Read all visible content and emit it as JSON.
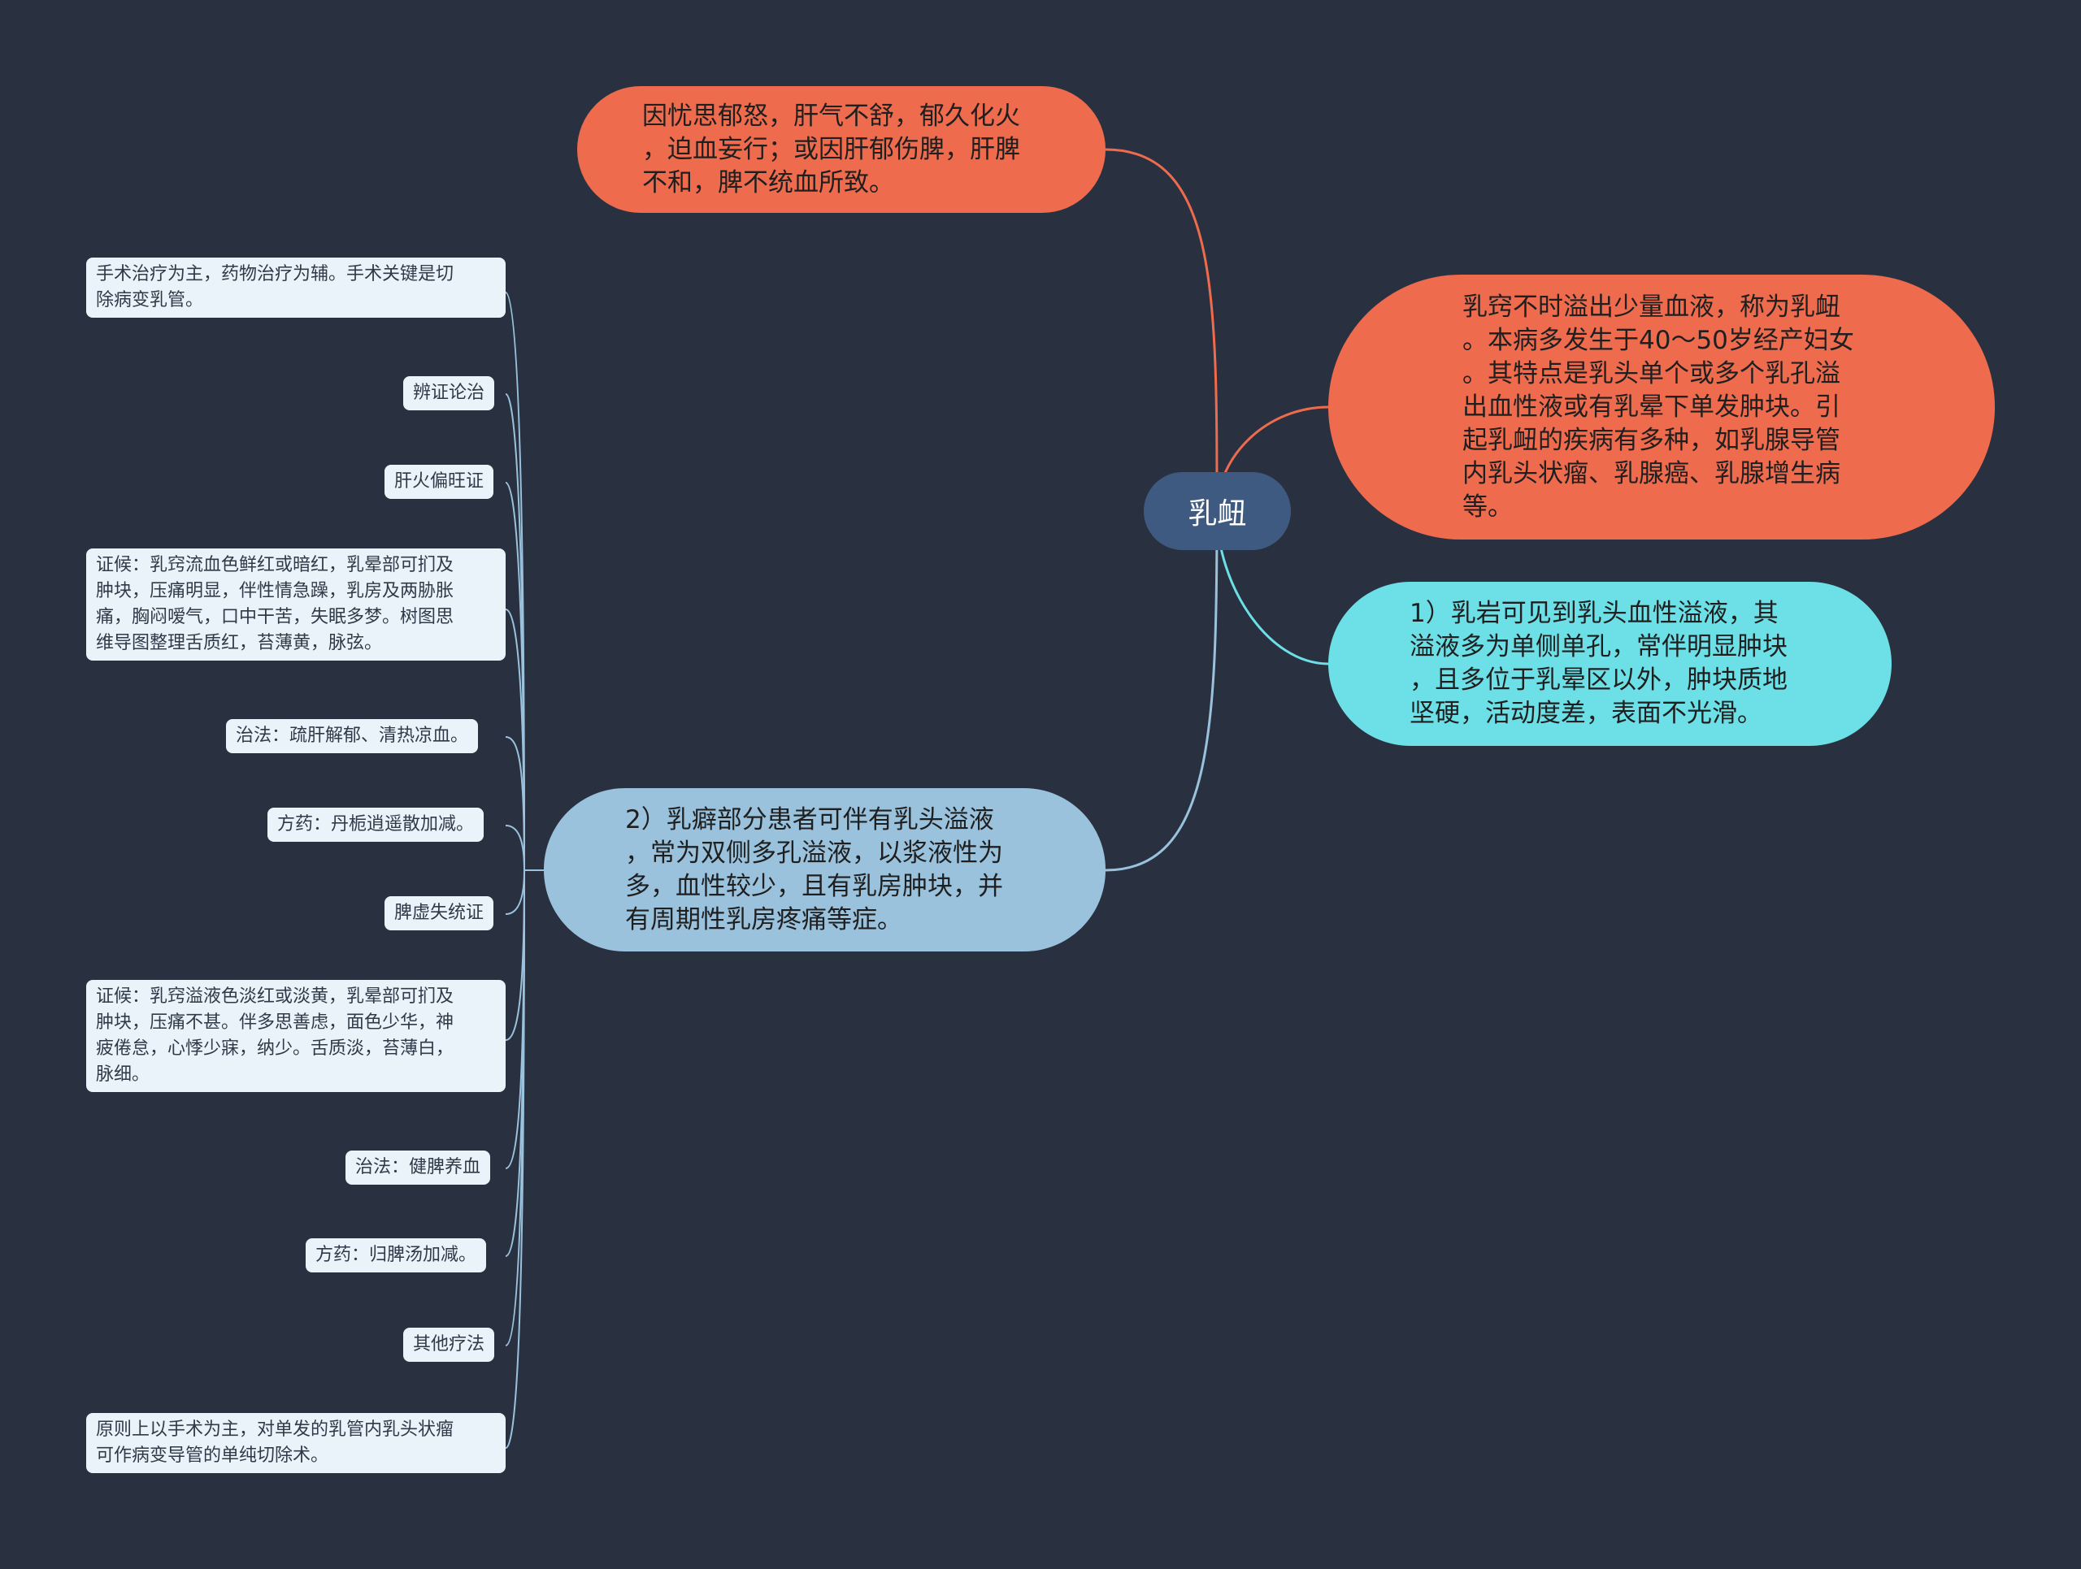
{
  "mindmap": {
    "center": "乳衄",
    "top_branch": "因忧思郁怒，肝气不舒，郁久化火\n，迫血妄行；或因肝郁伤脾，肝脾\n不和，脾不统血所致。",
    "right_branch_1": "乳窍不时溢出少量血液，称为乳衄\n。本病多发生于40～50岁经产妇女\n。其特点是乳头单个或多个乳孔溢\n出血性液或有乳晕下单发肿块。引\n起乳衄的疾病有多种，如乳腺导管\n内乳头状瘤、乳腺癌、乳腺增生病\n等。",
    "right_branch_2": "1）乳岩可见到乳头血性溢液，其\n溢液多为单侧单孔，常伴明显肿块\n，且多位于乳晕区以外，肿块质地\n坚硬，活动度差，表面不光滑。",
    "left_branch": "2）乳癖部分患者可伴有乳头溢液\n，常为双侧多孔溢液，以浆液性为\n多，血性较少，且有乳房肿块，并\n有周期性乳房疼痛等症。",
    "leaves": [
      "手术治疗为主，药物治疗为辅。手术关键是切\n除病变乳管。",
      "辨证论治",
      "肝火偏旺证",
      "证候：乳窍流血色鲜红或暗红，乳晕部可扪及\n肿块，压痛明显，伴性情急躁，乳房及两胁胀\n痛，胸闷嗳气，口中干苦，失眠多梦。树图思\n维导图整理舌质红，苔薄黄，脉弦。",
      "治法：疏肝解郁、清热凉血。",
      "方药：丹栀逍遥散加减。",
      "脾虚失统证",
      "证候：乳窍溢液色淡红或淡黄，乳晕部可扪及\n肿块，压痛不甚。伴多思善虑，面色少华，神\n疲倦怠，心悸少寐，纳少。舌质淡，苔薄白，\n脉细。",
      "治法：健脾养血",
      "方药：归脾汤加减。",
      "其他疗法",
      "原则上以手术为主，对单发的乳管内乳头状瘤\n可作病变导管的单纯切除术。"
    ]
  },
  "colors": {
    "background": "#293140",
    "center": "#3e5a80",
    "orange": "#ee6b4d",
    "cyan": "#6ddfe6",
    "light_blue": "#9ac2dd",
    "leaf": "#ebf3fa"
  }
}
